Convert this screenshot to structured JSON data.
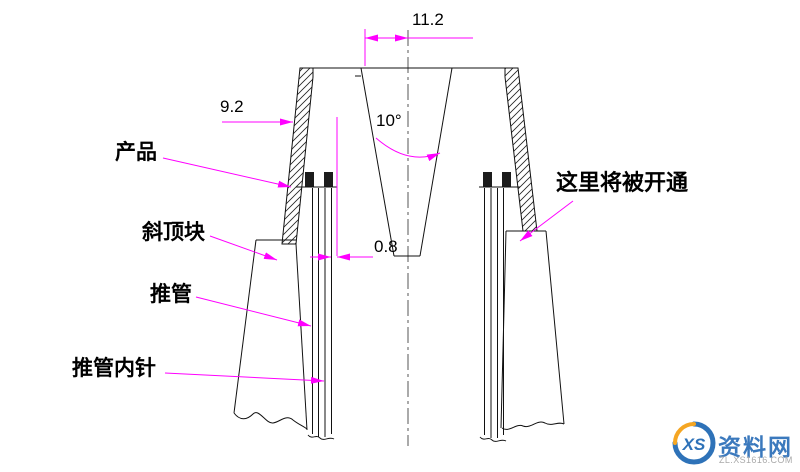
{
  "drawing": {
    "labels": {
      "product": "产品",
      "lifter_block": "斜顶块",
      "ejector_sleeve": "推管",
      "sleeve_inner_pin": "推管内针",
      "open_through_note": "这里将被开通"
    },
    "dimensions": {
      "top_radius": "11.2",
      "side_offset": "9.2",
      "draft_angle": "10°",
      "wall_gap": "0.8"
    },
    "colors": {
      "annotation": "#ff00ff",
      "geometry": "#111111",
      "background": "#ffffff"
    }
  },
  "watermark": {
    "logo_text": "XS",
    "site_name": "资料网",
    "site_url": "ZL.XS1616.COM",
    "brand_blue": "#3b79bd",
    "brand_orange": "#f5a623"
  }
}
